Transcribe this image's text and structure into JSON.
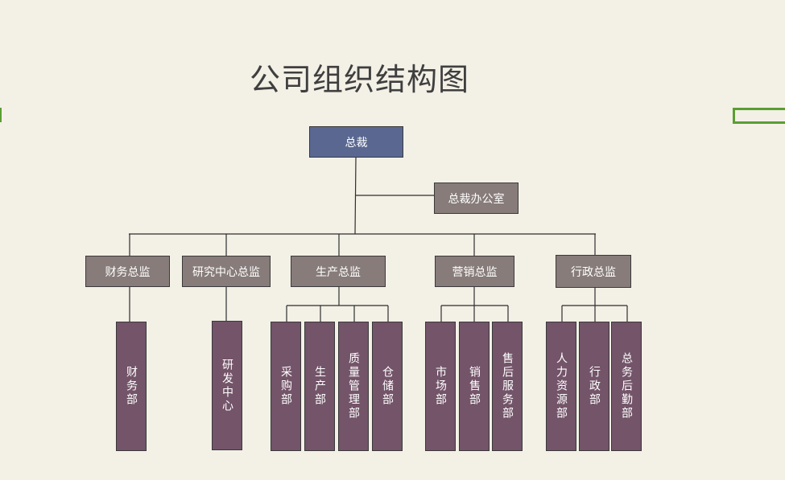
{
  "title": "公司组织结构图",
  "ceo": "总裁",
  "office": "总裁办公室",
  "directors": [
    "财务总监",
    "研究中心总监",
    "生产总监",
    "营销总监",
    "行政总监"
  ],
  "departments": {
    "finance": [
      "财务部"
    ],
    "research": [
      "研发中心"
    ],
    "production": [
      "采购部",
      "生产部",
      "质量管理部",
      "仓储部"
    ],
    "marketing": [
      "市场部",
      "销售部",
      "售后服务部"
    ],
    "admin": [
      "人力资源部",
      "行政部",
      "总务后勤部"
    ]
  },
  "colors": {
    "background": "#f3f0e6",
    "ceo": "#5a6891",
    "director": "#877c7a",
    "department": "#735469",
    "selection": "#5a9e32"
  }
}
